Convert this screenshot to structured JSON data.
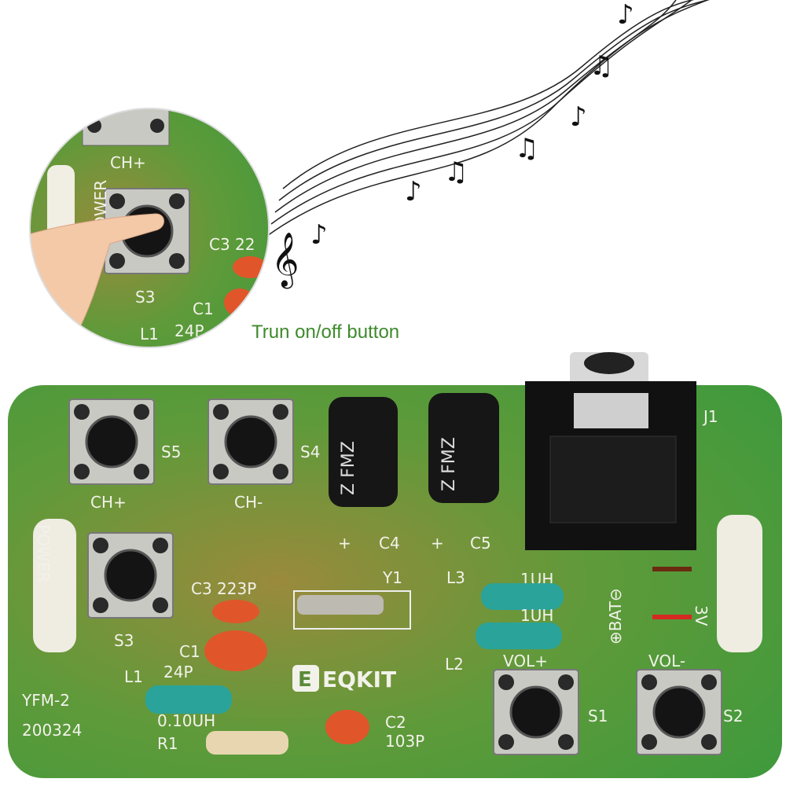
{
  "caption": "Trun on/off button",
  "colors": {
    "pcb": "#4a9a3a",
    "pcb_brown": "#a88a40",
    "button_metal": "#c8c8c4",
    "button_cap": "#151515",
    "ceramic_cap": "#e0562a",
    "inductor": "#2aa39a",
    "caption_text": "#3f8a2c"
  },
  "inset": {
    "labels": {
      "ch_plus": "CH+",
      "s3": "S3",
      "c3": "C3 22",
      "c1": "C1",
      "c1_val": "24P",
      "l1": "L1",
      "power": "POWER"
    }
  },
  "board": {
    "labels": {
      "s5": "S5",
      "ch_plus": "CH+",
      "s4": "S4",
      "ch_minus": "CH-",
      "c4": "C4",
      "c5": "C5",
      "plus": "+",
      "cap_print": "Z FMZ",
      "j1": "J1",
      "power": "POWER",
      "s3": "S3",
      "c3": "C3  223P",
      "y1": "Y1",
      "l3": "L3",
      "l3_val": "1UH",
      "l2_val": "1UH",
      "l2": "L2",
      "bat": "⊕BAT⊖",
      "v3": "3V",
      "c1": "C1",
      "c1_val": "24P",
      "l1": "L1",
      "l1_val": "0.10UH",
      "model": "YFM-2",
      "date": "200324",
      "r1": "R1",
      "c2": "C2",
      "c2_val": "103P",
      "brand": "EQKIT",
      "vol_plus": "VOL+",
      "s1": "S1",
      "vol_minus": "VOL-",
      "s2": "S2"
    }
  }
}
